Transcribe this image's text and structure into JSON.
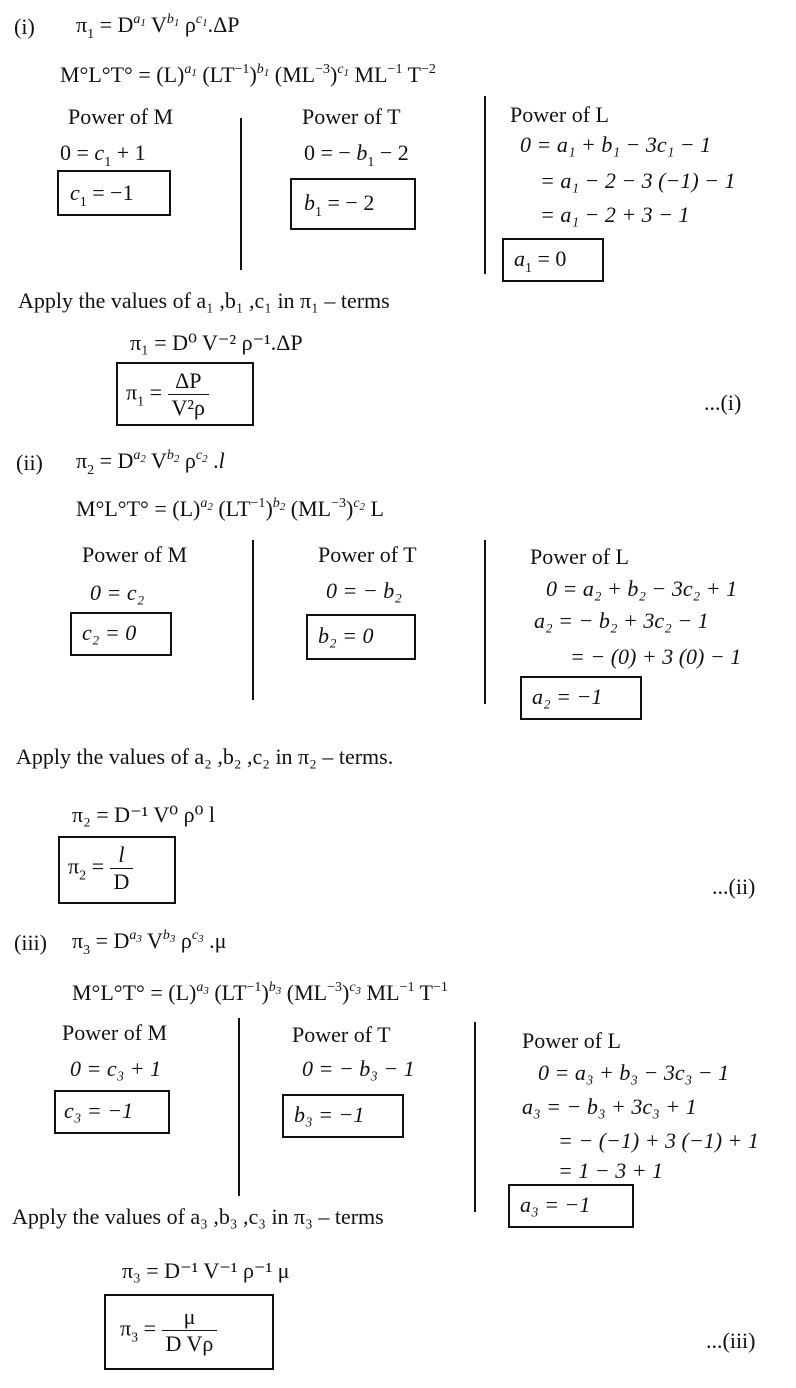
{
  "part1": {
    "label": "(i)",
    "eq_lhs": "π",
    "eq_lhs_sub": "1",
    "eq_rhs_tail": ".ΔP",
    "dim_lhs": "M°L°T°",
    "headings": {
      "m": "Power of M",
      "t": "Power of T",
      "l": "Power of L"
    },
    "m_line": "0 = c",
    "m_line_tail": " + 1",
    "m_box": "= −1",
    "t_line": "0 = − b",
    "t_line_tail": " − 2",
    "t_box": "= − 2",
    "l_lines": [
      "0 = a₁ + b₁ − 3c₁ − 1",
      "= a₁ − 2 − 3 (−1) − 1",
      "= a₁ − 2 + 3 − 1"
    ],
    "l_box": "= 0",
    "apply": "Apply the values of a₁ ,b₁ ,c₁ in π₁ – terms",
    "subst": "π₁ = D⁰ V⁻² ρ⁻¹.ΔP",
    "result_num": "ΔP",
    "result_den": "V²ρ",
    "ref": "...(i)"
  },
  "part2": {
    "label": "(ii)",
    "dim_lhs": "M°L°T°",
    "headings": {
      "m": "Power of M",
      "t": "Power of T",
      "l": "Power of L"
    },
    "m_line": "0 = c₂",
    "m_box": "c₂ = 0",
    "t_line": "0 = − b₂",
    "t_box": "b₂ = 0",
    "l_lines": [
      "0 = a₂ + b₂ − 3c₂ + 1",
      "a₂ = − b₂ + 3c₂ − 1",
      "= − (0) + 3 (0) − 1"
    ],
    "l_box": "a₂ = −1",
    "apply": "Apply the values of a₂ ,b₂ ,c₂ in π₂ – terms.",
    "subst": "π₂ = D⁻¹ V⁰ ρ⁰ l",
    "result_num": "l",
    "result_den": "D",
    "ref": "...(ii)"
  },
  "part3": {
    "label": "(iii)",
    "dim_lhs": "M°L°T°",
    "headings": {
      "m": "Power of M",
      "t": "Power of T",
      "l": "Power of L"
    },
    "m_line": "0 = c₃ + 1",
    "m_box": "c₃ = −1",
    "t_line": "0 = − b₃ − 1",
    "t_box": "b₃ = −1",
    "l_lines": [
      "0 = a₃ + b₃ − 3c₃ − 1",
      "a₃ = − b₃ + 3c₃ + 1",
      "= − (−1) + 3 (−1) + 1",
      "= 1 − 3 + 1"
    ],
    "l_box": "a₃ = −1",
    "apply": "Apply the values of a₃ ,b₃ ,c₃ in π₃ – terms",
    "subst": "π₃ = D⁻¹ V⁻¹ ρ⁻¹ μ",
    "result_num": "μ",
    "result_den": "D Vρ",
    "ref": "...(iii)"
  }
}
